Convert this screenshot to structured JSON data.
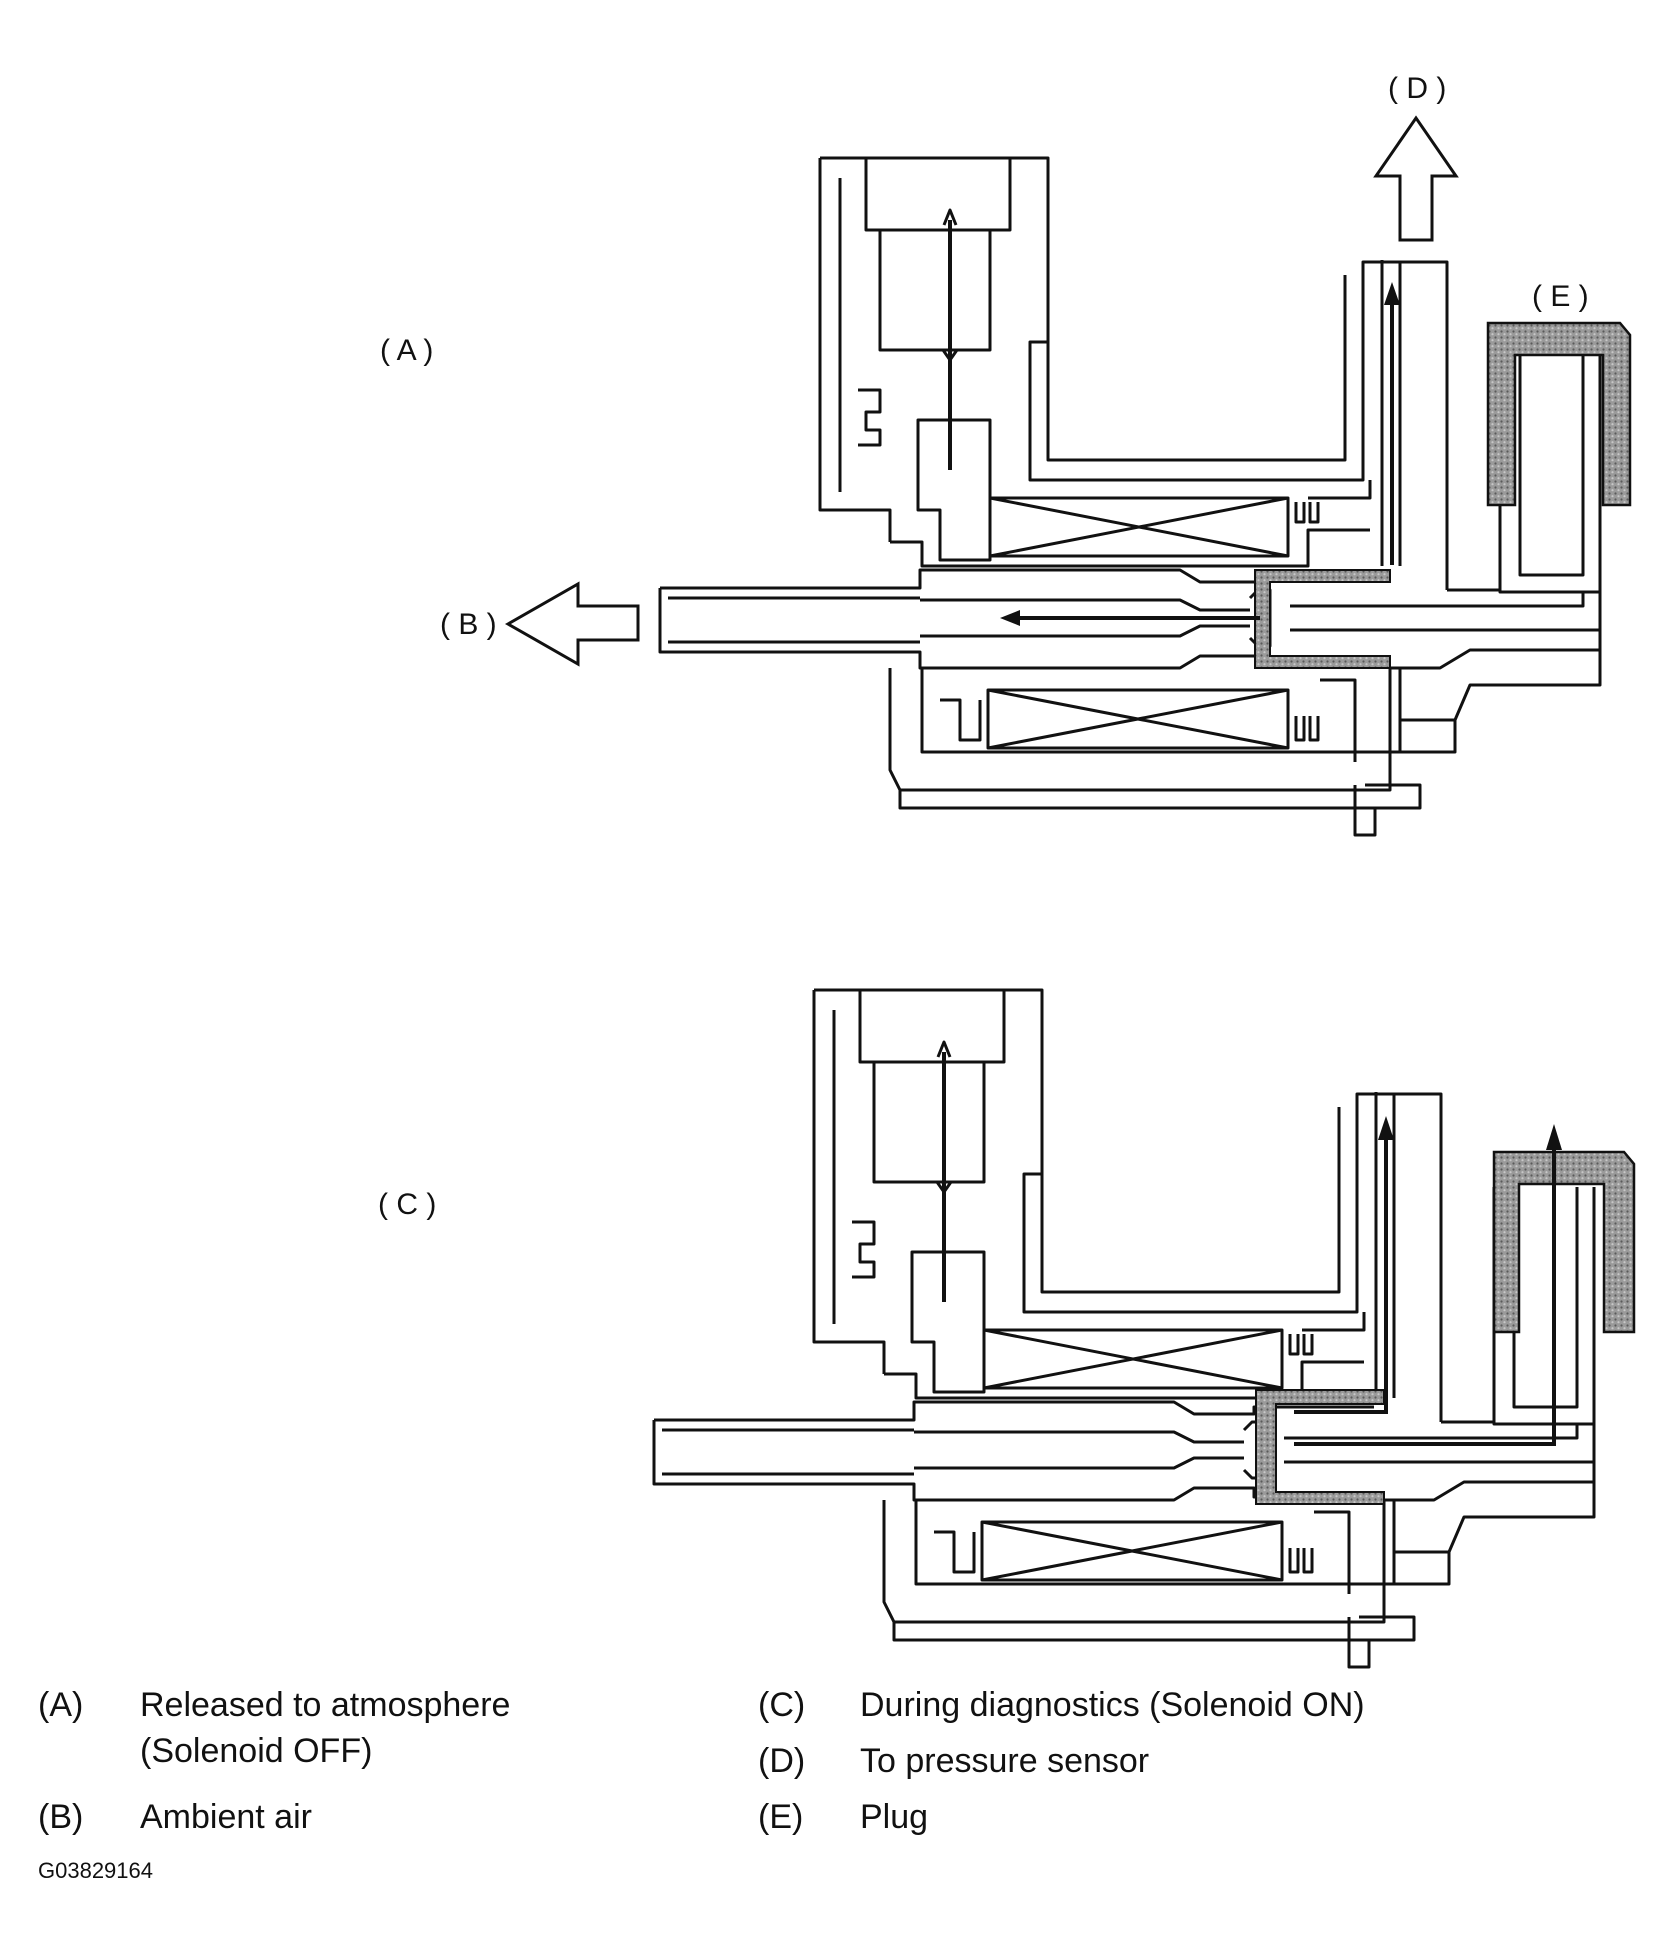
{
  "callouts": {
    "A": "( A )",
    "B": "( B )",
    "C": "( C )",
    "D": "( D )",
    "E": "( E )"
  },
  "legend": [
    {
      "key": "(A)",
      "lines": [
        "Released to atmosphere",
        "(Solenoid OFF)"
      ]
    },
    {
      "key": "(B)",
      "lines": [
        "Ambient air"
      ]
    },
    {
      "key": "(C)",
      "lines": [
        "During diagnostics (Solenoid ON)"
      ]
    },
    {
      "key": "(D)",
      "lines": [
        "To pressure sensor"
      ]
    },
    {
      "key": "(E)",
      "lines": [
        "Plug"
      ]
    }
  ],
  "figure_id": "G03829164",
  "colors": {
    "line": "#111111",
    "plug": "#8a8a8a"
  }
}
